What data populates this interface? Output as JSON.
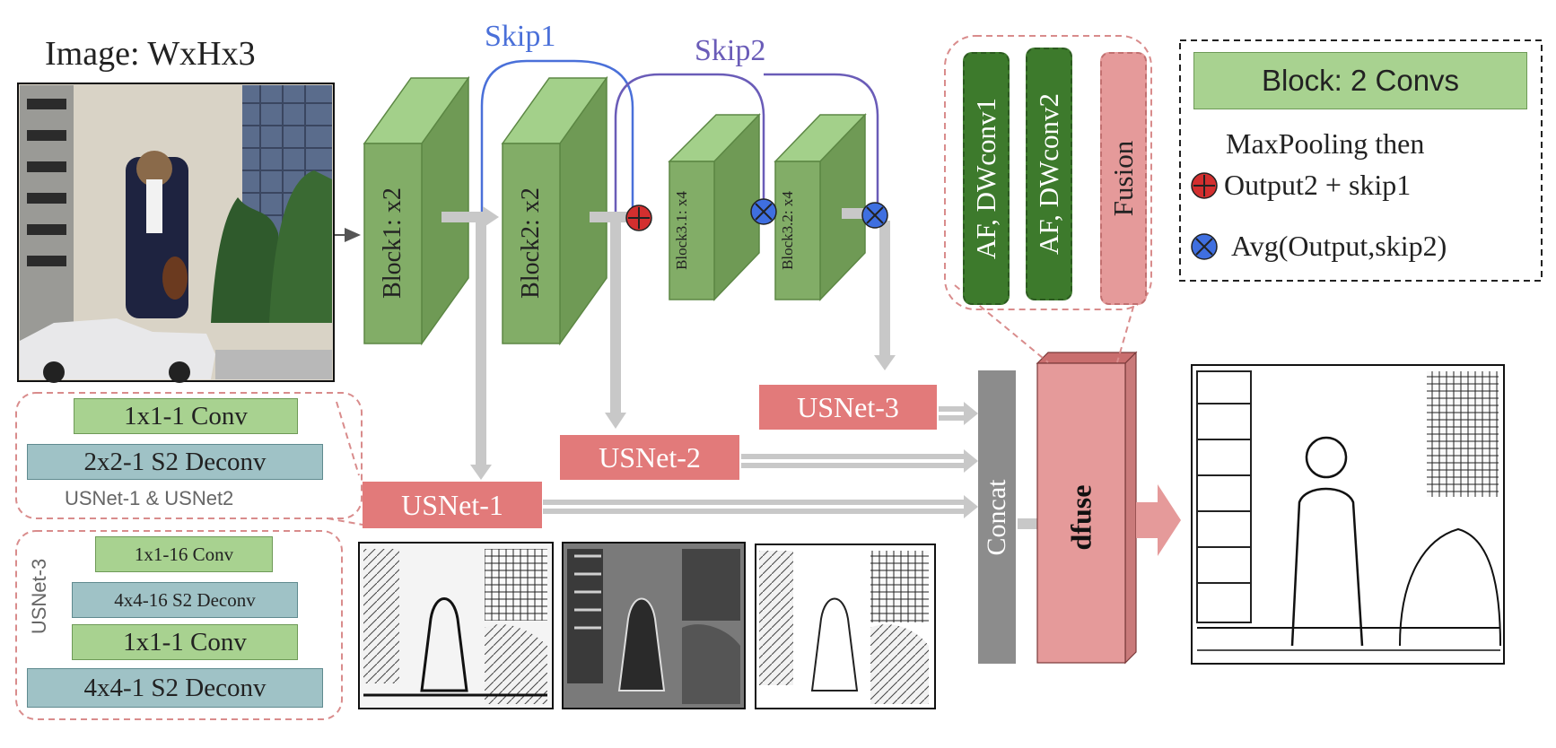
{
  "input": {
    "title": "Image: WxHx3"
  },
  "skips": {
    "skip1": "Skip1",
    "skip2": "Skip2"
  },
  "blocks": {
    "block1": "Block1: x2",
    "block2": "Block2: x2",
    "block31": "Block3.1: x4",
    "block32": "Block3.2: x4"
  },
  "usnets": {
    "u1": "USNet-1",
    "u2": "USNet-2",
    "u3": "USNet-3"
  },
  "usnet12_detail": {
    "conv": "1x1-1 Conv",
    "deconv": "2x2-1 S2 Deconv",
    "caption": "USNet-1 & USNet2"
  },
  "usnet3_detail": {
    "side_label": "USNet-3",
    "layers": [
      "1x1-16 Conv",
      "4x4-16 S2 Deconv",
      "1x1-1 Conv",
      "4x4-1 S2 Deconv"
    ]
  },
  "dfuse_detail": {
    "af1": "AF, DWconv1",
    "af2": "AF, DWconv2",
    "fusion": "Fusion"
  },
  "legend": {
    "block": "Block: 2 Convs",
    "maxpool": "MaxPooling then",
    "plus": "Output2 + skip1",
    "avg": "Avg(Output,skip2)"
  },
  "concat": "Concat",
  "dfuse": "dfuse",
  "colors": {
    "block_front": "#82ad67",
    "block_top": "#a3d08a",
    "block_side": "#6f9a55",
    "usnet": "#e27a7a",
    "dfuse": "#e59a9a",
    "concat": "#8c8c8c",
    "skip1_line": "#4a70d9",
    "skip2_line": "#6a5cb8",
    "arrow_gray": "#c8c8c8",
    "plus_op": "#d32f2f",
    "avg_op": "#3f6fe0",
    "dark_green": "#3d7a2c"
  },
  "icons": [
    "plus-circle-icon",
    "cross-circle-icon",
    "arrow-icon"
  ]
}
